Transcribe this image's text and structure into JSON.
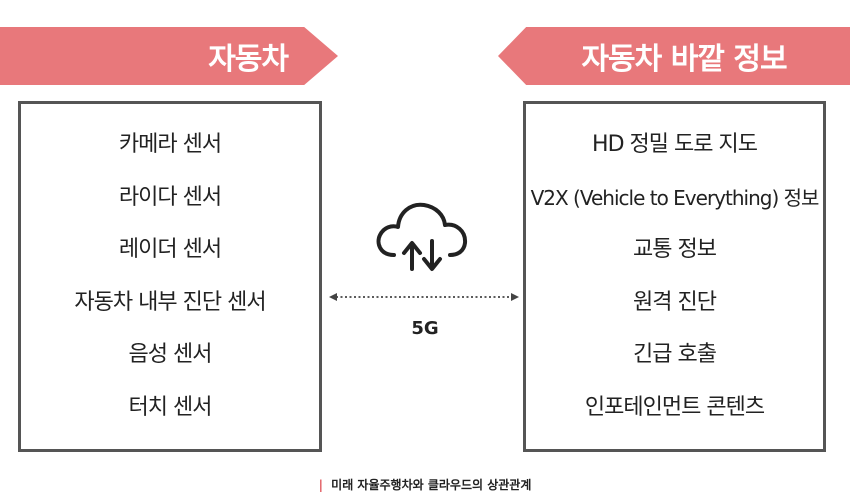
{
  "left_panel": {
    "title": "자동차",
    "items": [
      "카메라 센서",
      "라이다 센서",
      "레이더 센서",
      "자동차 내부 진단 센서",
      "음성 센서",
      "터치 센서"
    ]
  },
  "right_panel": {
    "title": "자동차 바깥 정보",
    "items": [
      "HD 정밀 도로 지도",
      "V2X (Vehicle to Everything) 정보",
      "교통 정보",
      "원격 진단",
      "긴급 호출",
      "인포테인먼트 콘텐츠"
    ]
  },
  "connection": {
    "label": "5G"
  },
  "caption": {
    "marker": "|",
    "text": "미래 자율주행차와 클라우드의 상관관계"
  },
  "colors": {
    "banner": "#e8787b",
    "caption_marker": "#e0545a",
    "border": "#555555"
  },
  "icons": [
    "cloud-upload-download-icon",
    "double-arrow-line"
  ]
}
